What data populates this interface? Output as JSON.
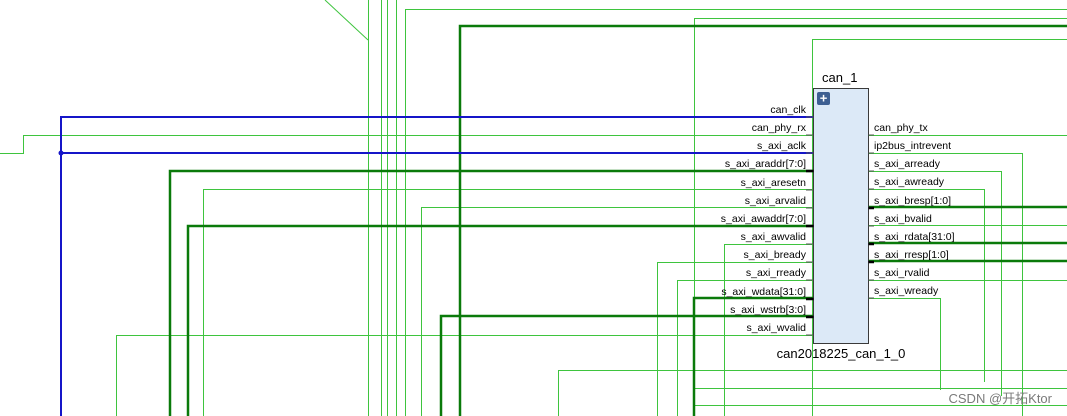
{
  "block": {
    "instance_name": "can_1",
    "module_name": "can2018225_can_1_0",
    "expand_glyph": "+",
    "left_pins": [
      "can_clk",
      "can_phy_rx",
      "s_axi_aclk",
      "s_axi_araddr[7:0]",
      "s_axi_aresetn",
      "s_axi_arvalid",
      "s_axi_awaddr[7:0]",
      "s_axi_awvalid",
      "s_axi_bready",
      "s_axi_rready",
      "s_axi_wdata[31:0]",
      "s_axi_wstrb[3:0]",
      "s_axi_wvalid"
    ],
    "right_pins": [
      "can_phy_tx",
      "ip2bus_intrevent",
      "s_axi_arready",
      "s_axi_awready",
      "s_axi_bresp[1:0]",
      "s_axi_bvalid",
      "s_axi_rdata[31:0]",
      "s_axi_rresp[1:0]",
      "s_axi_rvalid",
      "s_axi_wready"
    ]
  },
  "watermark": "CSDN @开拓Ktor",
  "colors": {
    "net_thin": "#3ec43e",
    "net_bus": "#0a7a0a",
    "clock_net": "#1515c8",
    "block_fill": "#dce9f7",
    "block_border": "#3a3a3a",
    "expand_button": "#3d5f92"
  }
}
